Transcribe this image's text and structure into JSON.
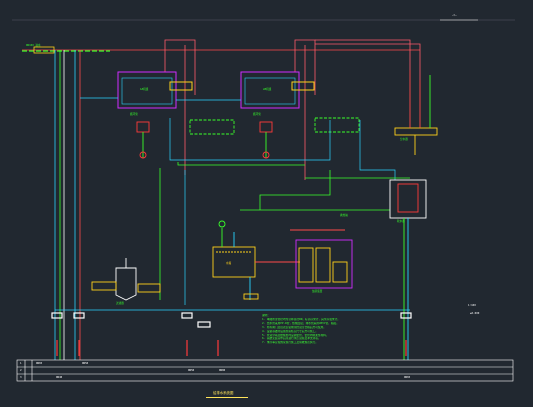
{
  "drawing": {
    "title": "给排水系统图",
    "scale_tag": "1:100",
    "top_tag": "—▽—",
    "notes_title": "说明：",
    "notes": [
      "1. 本图所注管径均为公称直径DN，标高以米计，其余以毫米计。",
      "2. 给水管采用PP-R管，热熔连接；排水管采用UPVC管，粘接。",
      "3. 所有阀门及仪表安装前须经试压合格后方可使用。",
      "4. 设备基础待设备到货核实尺寸后方可施工。",
      "5. 管道穿墙及楼板处均设钢套管，套管内填柔性材料。",
      "6. 系统安装完毕后须进行水压试验及冲洗消毒。",
      "7. 未尽事宜按国家现行施工及验收规范执行。"
    ],
    "labels": {
      "inlet_main": "DN100 进水",
      "unit_a": "1#机组",
      "unit_b": "2#机组",
      "pump_a": "循环泵",
      "pump_b": "循环泵",
      "manifold": "分水器",
      "softener": "软水器",
      "tank": "水箱",
      "dosing": "加药装置",
      "filter": "过滤器",
      "station": "换热站",
      "level": "±0.000"
    },
    "table": {
      "row_labels": [
        "1",
        "2",
        "3"
      ],
      "cells": [
        "DN65",
        "DN50",
        "DN50",
        "DN80",
        "DN40",
        "DN65"
      ]
    }
  }
}
